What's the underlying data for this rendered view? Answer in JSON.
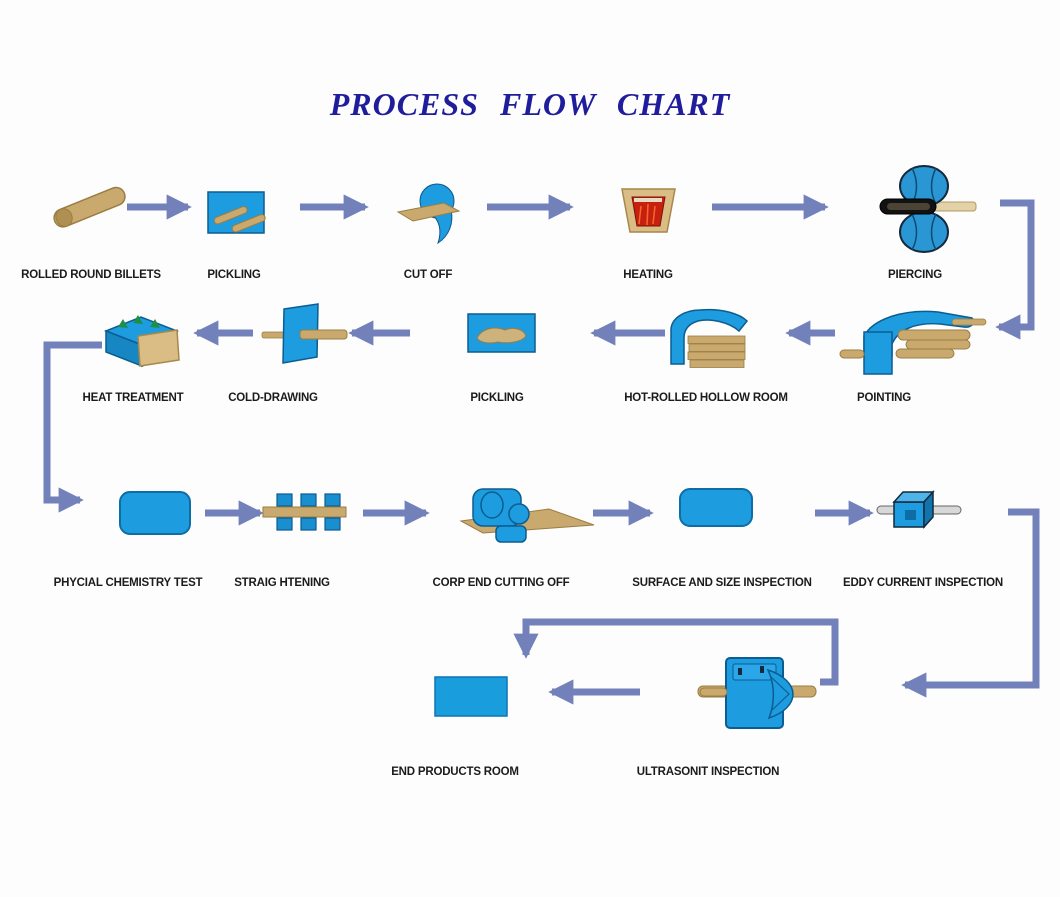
{
  "title": "PROCESS FLOW CHART",
  "colors": {
    "title_text": "#201d9d",
    "arrow": "#7381ba",
    "icon_blue": "#1d9ce0",
    "icon_blue_dark": "#0c5d90",
    "tan": "#c9a96e",
    "tan_dark": "#9a7d42",
    "heating_red": "#c8200f",
    "rod_gray": "#d8d8d8",
    "label_text": "#1b1b1b",
    "background": "#fdfdfd"
  },
  "nodes": {
    "rolled_round_billets": {
      "label": "ROLLED ROUND BILLETS"
    },
    "pickling_1": {
      "label": "PICKLING"
    },
    "cut_off": {
      "label": "CUT OFF"
    },
    "heating": {
      "label": "HEATING"
    },
    "piercing": {
      "label": "PIERCING"
    },
    "pointing": {
      "label": "POINTING"
    },
    "hot_rolled_hollow_room": {
      "label": "HOT-ROLLED HOLLOW ROOM"
    },
    "pickling_2": {
      "label": "PICKLING"
    },
    "cold_drawing": {
      "label": "COLD-DRAWING"
    },
    "heat_treatment": {
      "label": "HEAT TREATMENT"
    },
    "phycial_chemistry_test": {
      "label": "PHYCIAL CHEMISTRY TEST"
    },
    "straightening": {
      "label": "STRAIG HTENING"
    },
    "corp_end_cutting_off": {
      "label": "CORP END CUTTING OFF"
    },
    "surface_and_size_inspection": {
      "label": "SURFACE AND SIZE INSPECTION"
    },
    "eddy_current_inspection": {
      "label": "EDDY CURRENT INSPECTION"
    },
    "ultrasonit_inspection": {
      "label": "ULTRASONIT INSPECTION"
    },
    "end_products_room": {
      "label": "END PRODUCTS ROOM"
    }
  },
  "edges": [
    {
      "from": "rolled_round_billets",
      "to": "pickling_1"
    },
    {
      "from": "pickling_1",
      "to": "cut_off"
    },
    {
      "from": "cut_off",
      "to": "heating"
    },
    {
      "from": "heating",
      "to": "piercing"
    },
    {
      "from": "piercing",
      "to": "pointing"
    },
    {
      "from": "pointing",
      "to": "hot_rolled_hollow_room"
    },
    {
      "from": "hot_rolled_hollow_room",
      "to": "pickling_2"
    },
    {
      "from": "pickling_2",
      "to": "cold_drawing"
    },
    {
      "from": "cold_drawing",
      "to": "heat_treatment"
    },
    {
      "from": "heat_treatment",
      "to": "phycial_chemistry_test"
    },
    {
      "from": "phycial_chemistry_test",
      "to": "straightening"
    },
    {
      "from": "straightening",
      "to": "corp_end_cutting_off"
    },
    {
      "from": "corp_end_cutting_off",
      "to": "surface_and_size_inspection"
    },
    {
      "from": "surface_and_size_inspection",
      "to": "eddy_current_inspection"
    },
    {
      "from": "eddy_current_inspection",
      "to": "ultrasonit_inspection"
    },
    {
      "from": "ultrasonit_inspection",
      "to": "end_products_room"
    }
  ]
}
